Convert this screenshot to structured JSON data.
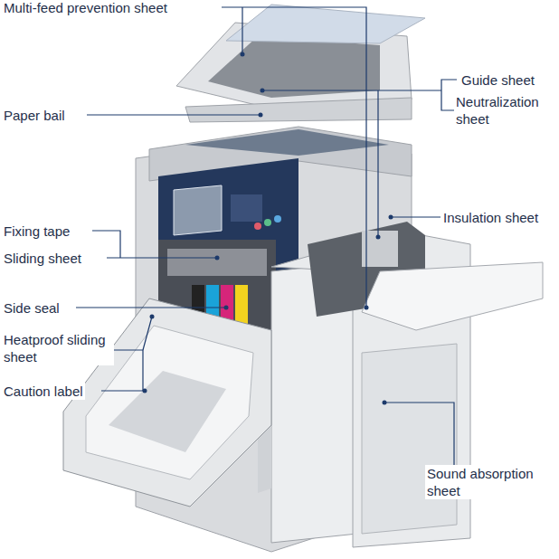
{
  "diagram": {
    "labels": [
      "Multi-feed prevention sheet",
      "Guide sheet",
      "Neutralization sheet",
      "Paper bail",
      "Insulation sheet",
      "Fixing tape",
      "Sliding sheet",
      "Side seal",
      "Heatproof sliding sheet",
      "Caution label",
      "Sound absorption sheet"
    ]
  }
}
